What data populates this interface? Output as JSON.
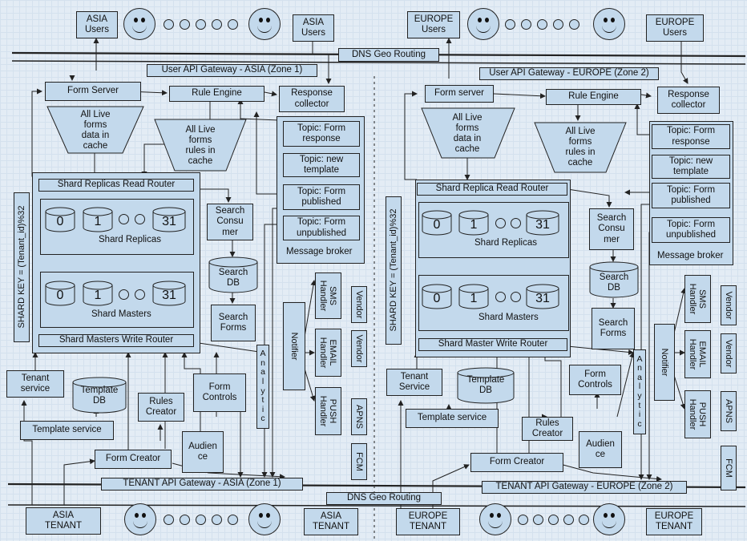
{
  "top": {
    "asia_users": "ASIA\nUsers",
    "asia_users_2": "ASIA\nUsers",
    "europe_users": "EUROPE\nUsers",
    "europe_users_2": "EUROPE\nUsers",
    "dns_geo_routing": "DNS Geo Routing"
  },
  "bottom": {
    "asia_tenant": "ASIA\nTENANT",
    "asia_tenant_2": "ASIA\nTENANT",
    "europe_tenant": "EUROPE\nTENANT",
    "europe_tenant_2": "EUROPE\nTENANT",
    "dns_geo_routing": "DNS Geo Routing"
  },
  "asia": {
    "user_api_gateway": "User API Gateway - ASIA (Zone 1)",
    "form_server": "Form Server",
    "rule_engine": "Rule Engine",
    "response_collector": "Response\ncollector",
    "live_forms_cache": "All Live\nforms\ndata in\ncache",
    "live_rules_cache": "All Live\nforms\nrules in\ncache",
    "topic_form_response": "Topic: Form\nresponse",
    "topic_new_template": "Topic: new\ntemplate",
    "topic_form_published": "Topic: Form\npublished",
    "topic_form_unpublished": "Topic: Form\nunpublished",
    "message_broker": "Message broker",
    "shard_read_router": "Shard Replicas Read Router",
    "shard_write_router": "Shard Masters Write Router",
    "shard_replicas_label": "Shard Replicas",
    "shard_masters_label": "Shard Masters",
    "shard_key": "SHARD KEY = (Tenant_id)%32",
    "shard_ids": [
      "0",
      "1",
      "31"
    ],
    "search_consumer": "Search\nConsu\nmer",
    "search_db": "Search\nDB",
    "search_forms": "Search\nForms",
    "notifier": "Notifier",
    "analytic": "A\nn\na\nl\ny\nt\ni\nc",
    "sms_handler": "SMS\nHandler",
    "email_handler": "EMAIL\nHandler",
    "push_handler": "PUSH\nHandler",
    "vendor_1": "Vendor",
    "vendor_2": "Vendor",
    "apns": "APNS",
    "fcm": "FCM",
    "tenant_service": "Tenant\nservice",
    "template_db": "Template\nDB",
    "template_service": "Template service",
    "rules_creator": "Rules\nCreator",
    "form_controls": "Form\nControls",
    "form_creator": "Form Creator",
    "audience": "Audien\nce",
    "tenant_api_gateway": "TENANT API Gateway - ASIA (Zone 1)"
  },
  "europe": {
    "user_api_gateway": "User API Gateway - EUROPE (Zone 2)",
    "form_server": "Form server",
    "rule_engine": "Rule Engine",
    "response_collector": "Response\ncollector",
    "live_forms_cache": "All Live\nforms\ndata in\ncache",
    "live_rules_cache": "All Live\nforms\nrules in\ncache",
    "topic_form_response": "Topic: Form\nresponse",
    "topic_new_template": "Topic: new\ntemplate",
    "topic_form_published": "Topic: Form\npublished",
    "topic_form_unpublished": "Topic: Form\nunpublished",
    "message_broker": "Message broker",
    "shard_read_router": "Shard Replica Read Router",
    "shard_write_router": "Shard Master Write Router",
    "shard_replicas_label": "Shard Replicas",
    "shard_masters_label": "Shard Masters",
    "shard_key": "SHARD KEY = (Tenant_id)%32",
    "shard_ids": [
      "0",
      "1",
      "31"
    ],
    "search_consumer": "Search\nConsu\nmer",
    "search_db": "Search\nDB",
    "search_forms": "Search\nForms",
    "notifier": "Notifier",
    "analytic": "A\nn\na\nl\ny\nt\ni\nc",
    "sms_handler": "SMS\nHandler",
    "email_handler": "EMAIL\nHandler",
    "push_handler": "PUSH\nHandler",
    "vendor_1": "Vendor",
    "vendor_2": "Vendor",
    "apns": "APNS",
    "fcm": "FCM",
    "tenant_service": "Tenant\nService",
    "template_db": "Template\nDB",
    "template_service": "Template service",
    "rules_creator": "Rules\nCreator",
    "form_controls": "Form\nControls",
    "form_creator": "Form Creator",
    "audience": "Audien\nce",
    "tenant_api_gateway": "TENANT API Gateway - EUROPE (Zone 2)"
  },
  "colors": {
    "box_fill": "#c3d9ec",
    "background": "#e3ecf5",
    "stroke": "#222222"
  }
}
